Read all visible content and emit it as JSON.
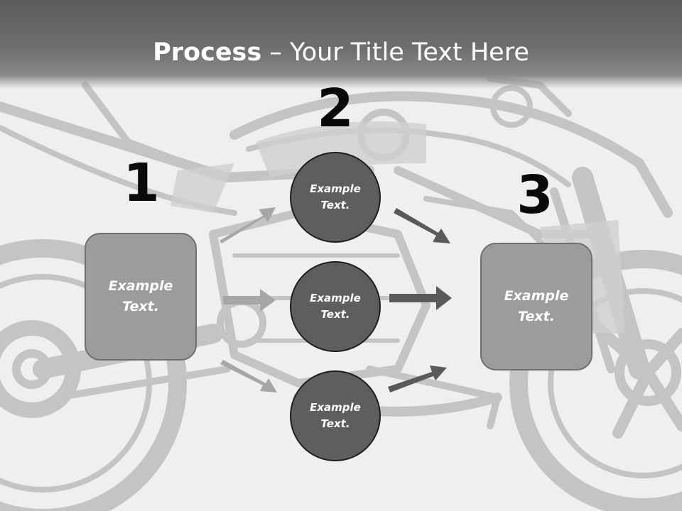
{
  "title": {
    "bold": "Process",
    "rest": " – Your Title Text Here"
  },
  "steps": [
    {
      "number": "1",
      "text": "Example\nText."
    },
    {
      "number": "2",
      "items": [
        "Example\nText.",
        "Example\nText.",
        "Example\nText."
      ]
    },
    {
      "number": "3",
      "text": "Example\nText."
    }
  ],
  "colors": {
    "header": "#666666",
    "box_fill": "#9c9c9c",
    "circle_fill": "#5e5e5e",
    "arrow_light": "#9a9a9a",
    "arrow_dark": "#555555"
  },
  "background": {
    "image": "motorcycle-sketch",
    "tone": "grayscale"
  }
}
